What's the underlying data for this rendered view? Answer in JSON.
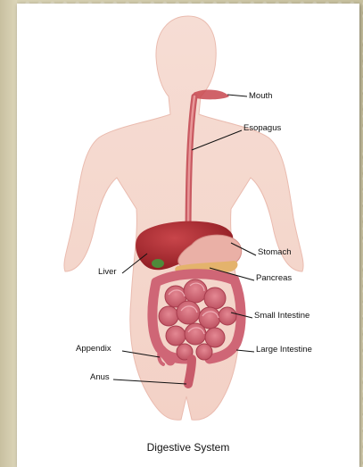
{
  "figure": {
    "caption": "Digestive System",
    "labels": {
      "mouth": "Mouth",
      "esophagus": "Esopagus",
      "stomach": "Stomach",
      "liver": "Liver",
      "pancreas": "Pancreas",
      "small_intestine": "Small Intestine",
      "appendix": "Appendix",
      "large_intestine": "Large Intestine",
      "anus": "Anus"
    }
  },
  "colors": {
    "page_background": "#cfc8a8",
    "card_background": "#ffffff",
    "body_silhouette": "#f2c9bd",
    "liver": "#a8262c",
    "stomach": "#e9a7a0",
    "pancreas": "#e3b16a",
    "intestine": "#d56a78",
    "leader_line": "#111111"
  }
}
